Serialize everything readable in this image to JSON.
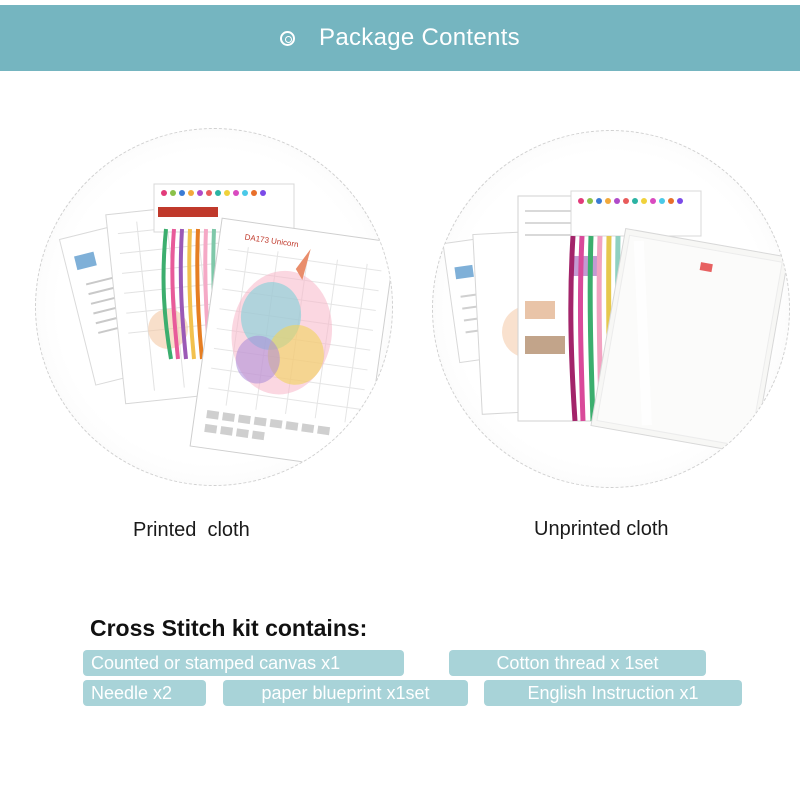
{
  "header": {
    "icon": "target-ring-icon",
    "title": "Package Contents"
  },
  "items": [
    {
      "caption": "Printed  cloth",
      "image": "printed-cloth-kit-photo"
    },
    {
      "caption": "Unprinted cloth",
      "image": "unprinted-cloth-kit-photo"
    }
  ],
  "kit": {
    "title": "Cross Stitch kit contains:",
    "contents": [
      "Counted or stamped canvas x1",
      "Cotton thread x 1set",
      "Needle x2",
      "paper blueprint x1set",
      "English Instruction x1"
    ]
  },
  "colors": {
    "banner": "#75b5c0",
    "pill": "#a8d3d8",
    "text": "#1a1a1a"
  }
}
